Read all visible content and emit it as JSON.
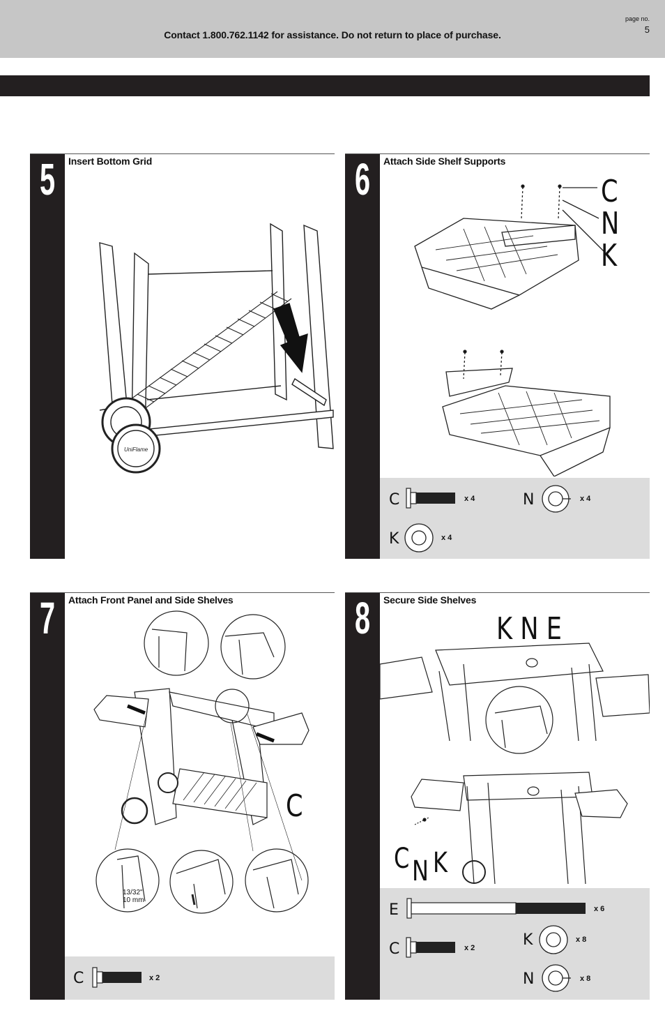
{
  "header": {
    "contact": "Contact 1.800.762.1142 for assistance. Do not return to place of purchase.",
    "page_label": "page no.",
    "page_number": "5"
  },
  "steps": [
    {
      "number": "5",
      "title": "Insert Bottom Grid"
    },
    {
      "number": "6",
      "title": "Attach Side Shelf Supports",
      "callouts": [
        "C",
        "N",
        "K"
      ],
      "parts": [
        {
          "letter": "C",
          "qty": "x 4",
          "icon": "bolt-icon"
        },
        {
          "letter": "N",
          "qty": "x 4",
          "icon": "lock-washer-icon"
        },
        {
          "letter": "K",
          "qty": "x 4",
          "icon": "flat-washer-icon"
        }
      ]
    },
    {
      "number": "7",
      "title": "Attach Front Panel and Side Shelves",
      "callouts": [
        "C"
      ],
      "dimension": [
        "13/32\"",
        "10 mm"
      ],
      "parts": [
        {
          "letter": "C",
          "qty": "x 2",
          "icon": "bolt-icon"
        }
      ]
    },
    {
      "number": "8",
      "title": "Secure Side Shelves",
      "callouts": [
        "K N E",
        "C",
        "N",
        "K"
      ],
      "parts": [
        {
          "letter": "E",
          "qty": "x 6",
          "icon": "long-bolt-icon"
        },
        {
          "letter": "C",
          "qty": "x 2",
          "icon": "bolt-icon"
        },
        {
          "letter": "K",
          "qty": "x 8",
          "icon": "flat-washer-icon"
        },
        {
          "letter": "N",
          "qty": "x 8",
          "icon": "lock-washer-icon"
        }
      ]
    }
  ]
}
